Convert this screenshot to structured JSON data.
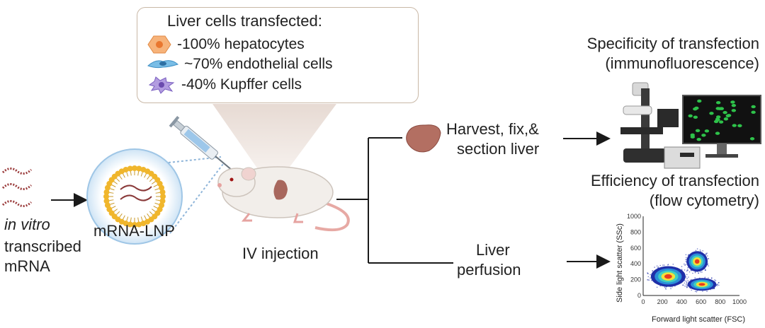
{
  "callout": {
    "title": "Liver cells transfected:",
    "items": [
      {
        "label": "-100% hepatocytes",
        "color": "#f3a868"
      },
      {
        "label": "~70% endothelial cells",
        "color": "#5aa7d8"
      },
      {
        "label": "-40% Kupffer cells",
        "color": "#8f76c6"
      }
    ]
  },
  "left": {
    "in_vitro": "in vitro",
    "transcribed": "transcribed",
    "mrna": "mRNA",
    "lnp_label": "mRNA-LNP"
  },
  "center": {
    "injection_label": "IV injection"
  },
  "branches": {
    "top": {
      "line1": "Harvest, fix,&",
      "line2": "section liver"
    },
    "bottom": {
      "line1": "Liver",
      "line2": "perfusion"
    }
  },
  "outcomes": {
    "top": {
      "line1": "Specificity of transfection",
      "line2": "(immunofluorescence)"
    },
    "bottom": {
      "line1": "Efficiency of transfection",
      "line2": "(flow cytometry)"
    }
  },
  "chart_data": {
    "type": "scatter",
    "xlabel": "Forward light scatter (FSC)",
    "ylabel": "Side light scatter (SSc)",
    "xlim": [
      0,
      1000
    ],
    "ylim": [
      0,
      1000
    ],
    "xticks": [
      0,
      200,
      400,
      600,
      800,
      1000
    ],
    "yticks": [
      0,
      200,
      400,
      600,
      800,
      1000
    ],
    "populations": [
      {
        "cx": 260,
        "cy": 240,
        "rx": 180,
        "ry": 130
      },
      {
        "cx": 560,
        "cy": 430,
        "rx": 110,
        "ry": 130
      },
      {
        "cx": 610,
        "cy": 140,
        "rx": 150,
        "ry": 80
      }
    ]
  },
  "colors": {
    "accent_arrow": "#1a1a1a",
    "liver": "#b36f62",
    "lnp_outer": "#d9ebf8",
    "lipid": "#f0b62c"
  }
}
